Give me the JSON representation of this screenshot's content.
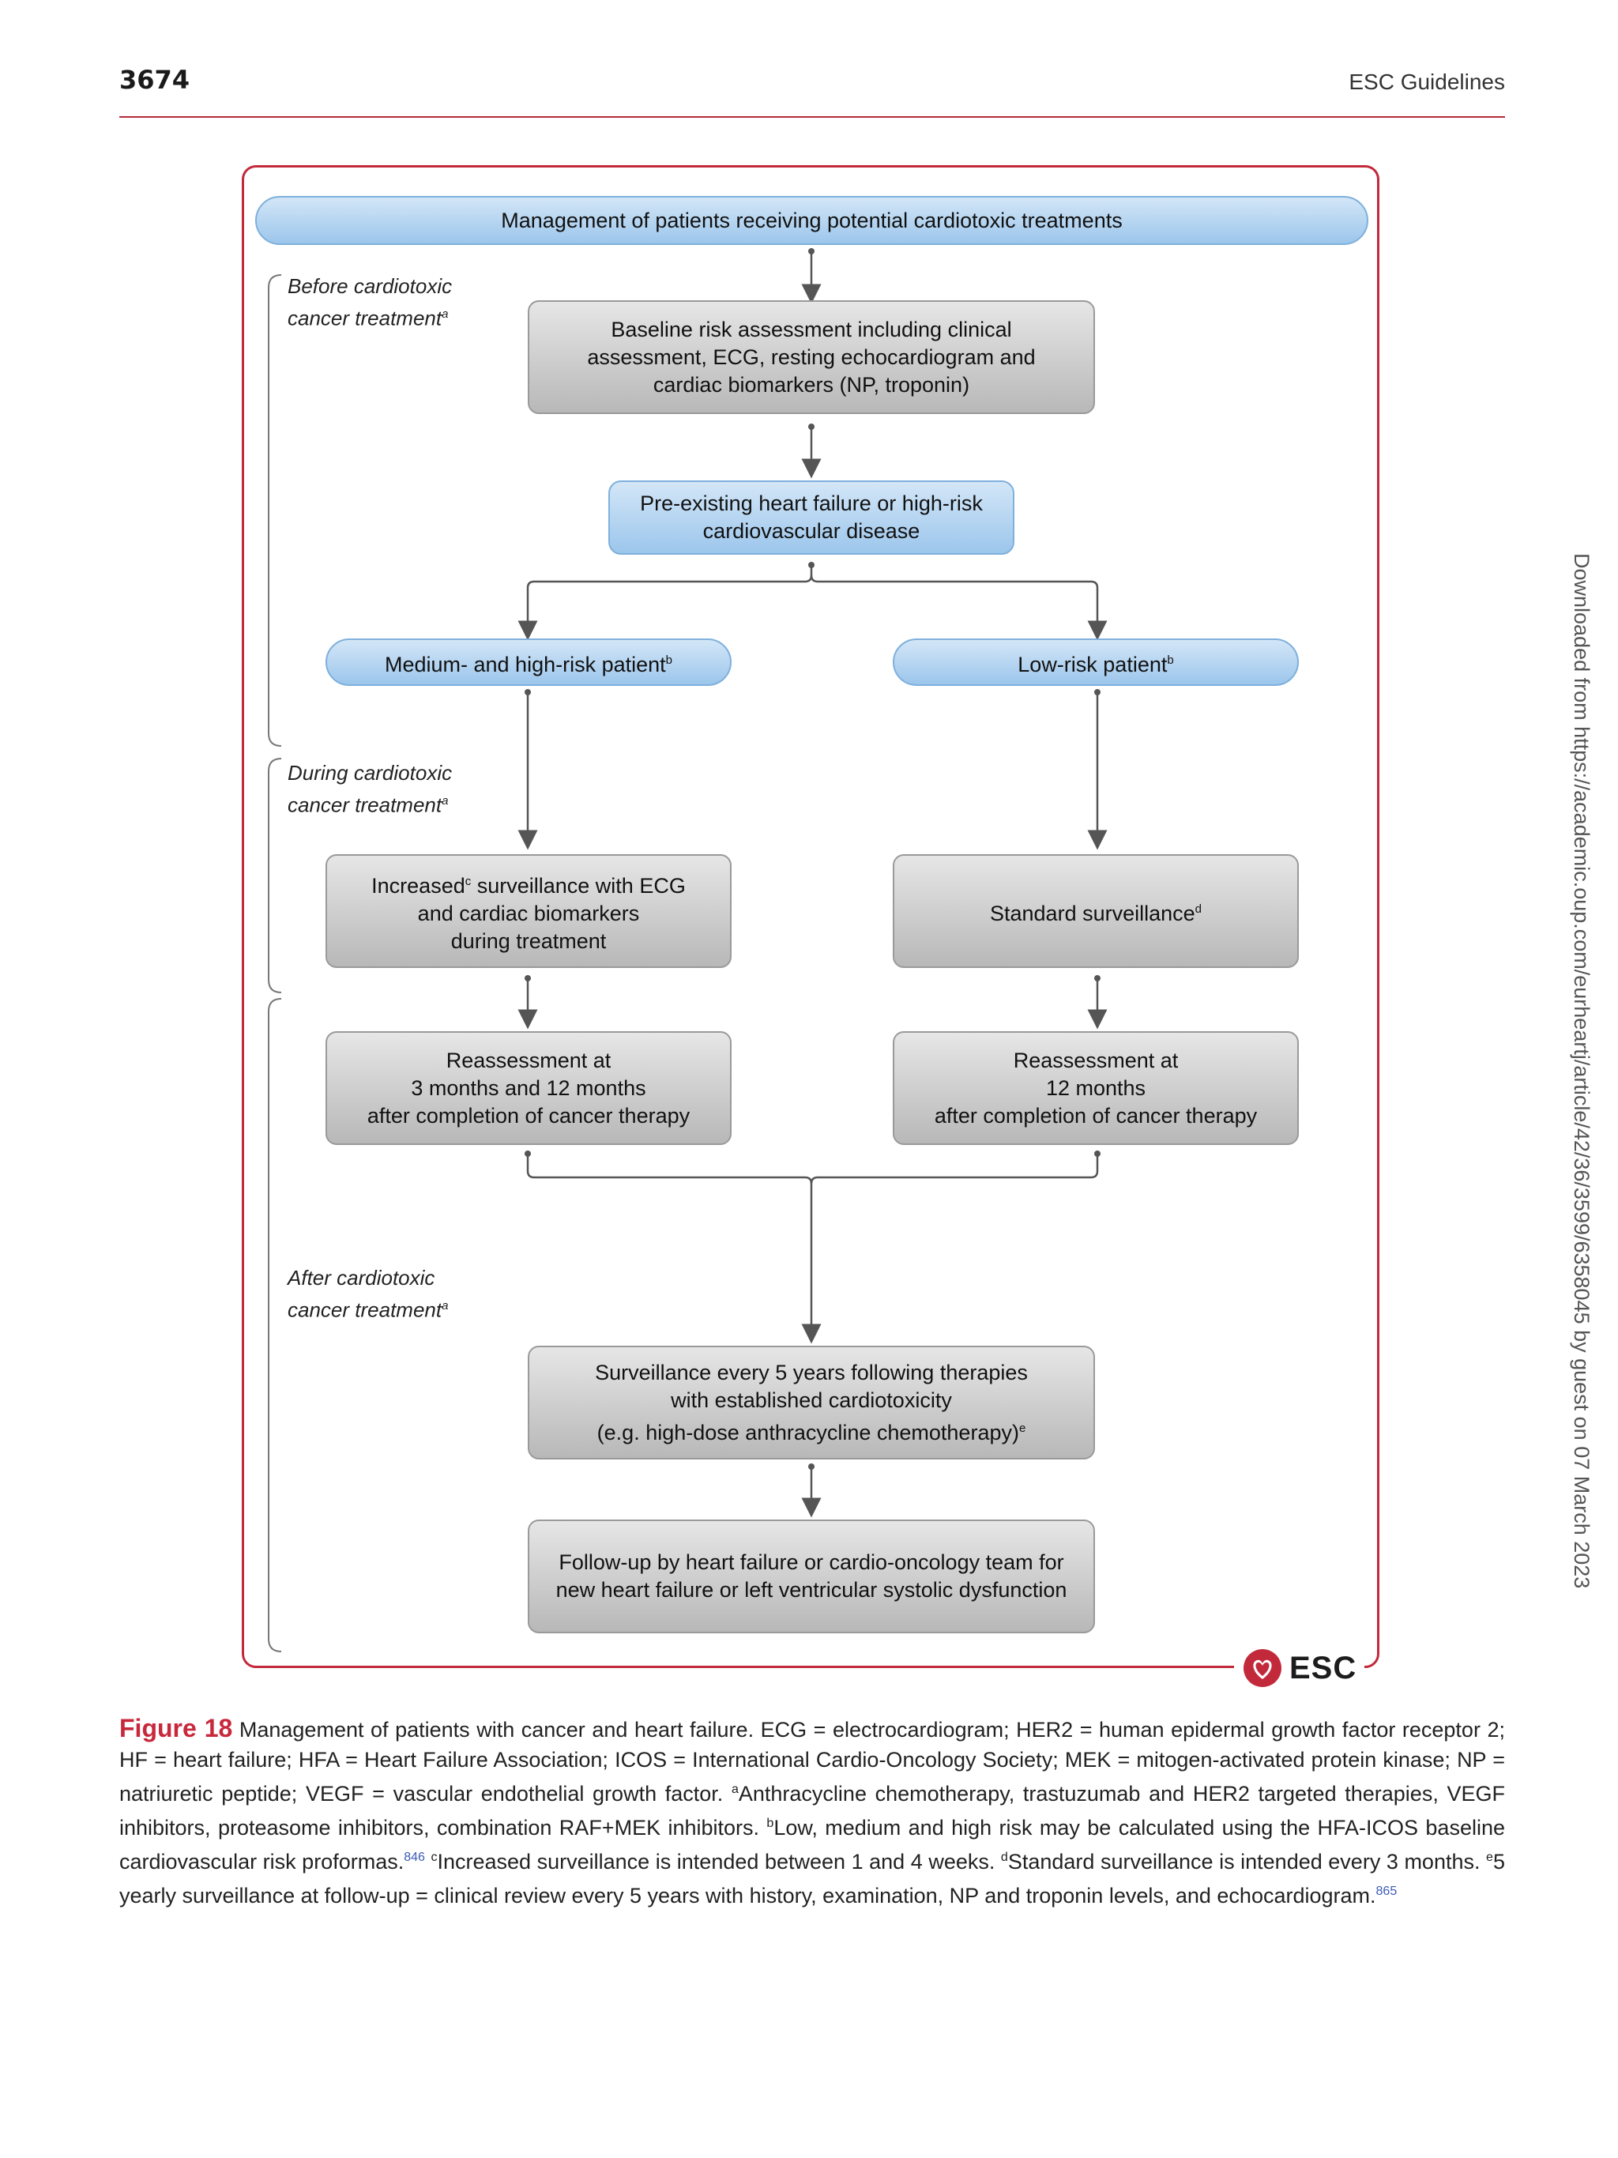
{
  "header": {
    "page_number": "3674",
    "journal": "ESC Guidelines"
  },
  "flowchart": {
    "title": "Management of patients receiving potential cardiotoxic treatments",
    "phases": {
      "before": {
        "line1": "Before cardiotoxic",
        "line2": "cancer treatment",
        "sup": "a"
      },
      "during": {
        "line1": "During cardiotoxic",
        "line2": "cancer treatment",
        "sup": "a"
      },
      "after": {
        "line1": "After cardiotoxic",
        "line2": "cancer treatment",
        "sup": "a"
      }
    },
    "baseline": {
      "line1": "Baseline risk assessment including clinical",
      "line2": "assessment, ECG, resting echocardiogram and",
      "line3": "cardiac biomarkers (NP, troponin)"
    },
    "preexisting": {
      "line1": "Pre-existing heart failure or high-risk",
      "line2": "cardiovascular disease"
    },
    "medium_high": {
      "text": "Medium- and high-risk patient",
      "sup": "b"
    },
    "low": {
      "text": "Low-risk patient",
      "sup": "b"
    },
    "increased": {
      "line1_a": "Increased",
      "sup": "c",
      "line1_b": " surveillance with ECG",
      "line2": "and cardiac biomarkers",
      "line3": "during treatment"
    },
    "standard": {
      "text": "Standard surveillance",
      "sup": "d"
    },
    "reassess_left": {
      "line1": "Reassessment at",
      "line2": "3 months and 12 months",
      "line3": "after completion of cancer therapy"
    },
    "reassess_right": {
      "line1": "Reassessment at",
      "line2": "12 months",
      "line3": "after completion of cancer therapy"
    },
    "surveillance5": {
      "line1": "Surveillance every 5 years following therapies",
      "line2": "with established cardiotoxicity",
      "line3": "(e.g. high-dose anthracycline chemotherapy)",
      "sup": "e"
    },
    "followup": {
      "line1": "Follow-up by heart failure or cardio-oncology team for",
      "line2": "new heart failure or left ventricular systolic dysfunction"
    },
    "logo_text": "ESC",
    "colors": {
      "frame": "#c22a3b",
      "blue_box": "#b5d6f3",
      "grey_box": "#cfcfcf",
      "accent": "#c8283b"
    }
  },
  "caption": {
    "label": "Figure 18",
    "t1": "Management of patients with cancer and heart failure. ECG = electrocardiogram; HER2 = human epidermal growth factor receptor 2; HF = heart failure; HFA = Heart Failure Association; ICOS = International Cardio-Oncology Society; MEK = mitogen-activated protein kinase; NP = natriuretic peptide; VEGF = vascular endothelial growth factor. ",
    "sa": "a",
    "t2": "Anthracycline chemotherapy, trastuzumab and HER2 targeted therapies, VEGF inhibitors, proteasome inhibitors, combination RAF+MEK inhibitors. ",
    "sb": "b",
    "t3": "Low, medium and high risk may be calculated using the HFA-ICOS baseline cardiovascular risk proformas.",
    "r1": "846",
    "sc": "c",
    "t4": "Increased surveillance is intended between 1 and 4 weeks. ",
    "sd": "d",
    "t5": "Standard surveillance is intended every 3 months. ",
    "se": "e",
    "t6": "5 yearly surveillance at follow-up = clinical review every 5 years with history, examination, NP and troponin levels, and echocardiogram.",
    "r2": "865"
  },
  "side_note": "Downloaded from https://academic.oup.com/eurheartj/article/42/36/3599/6358045 by guest on 07 March 2023"
}
